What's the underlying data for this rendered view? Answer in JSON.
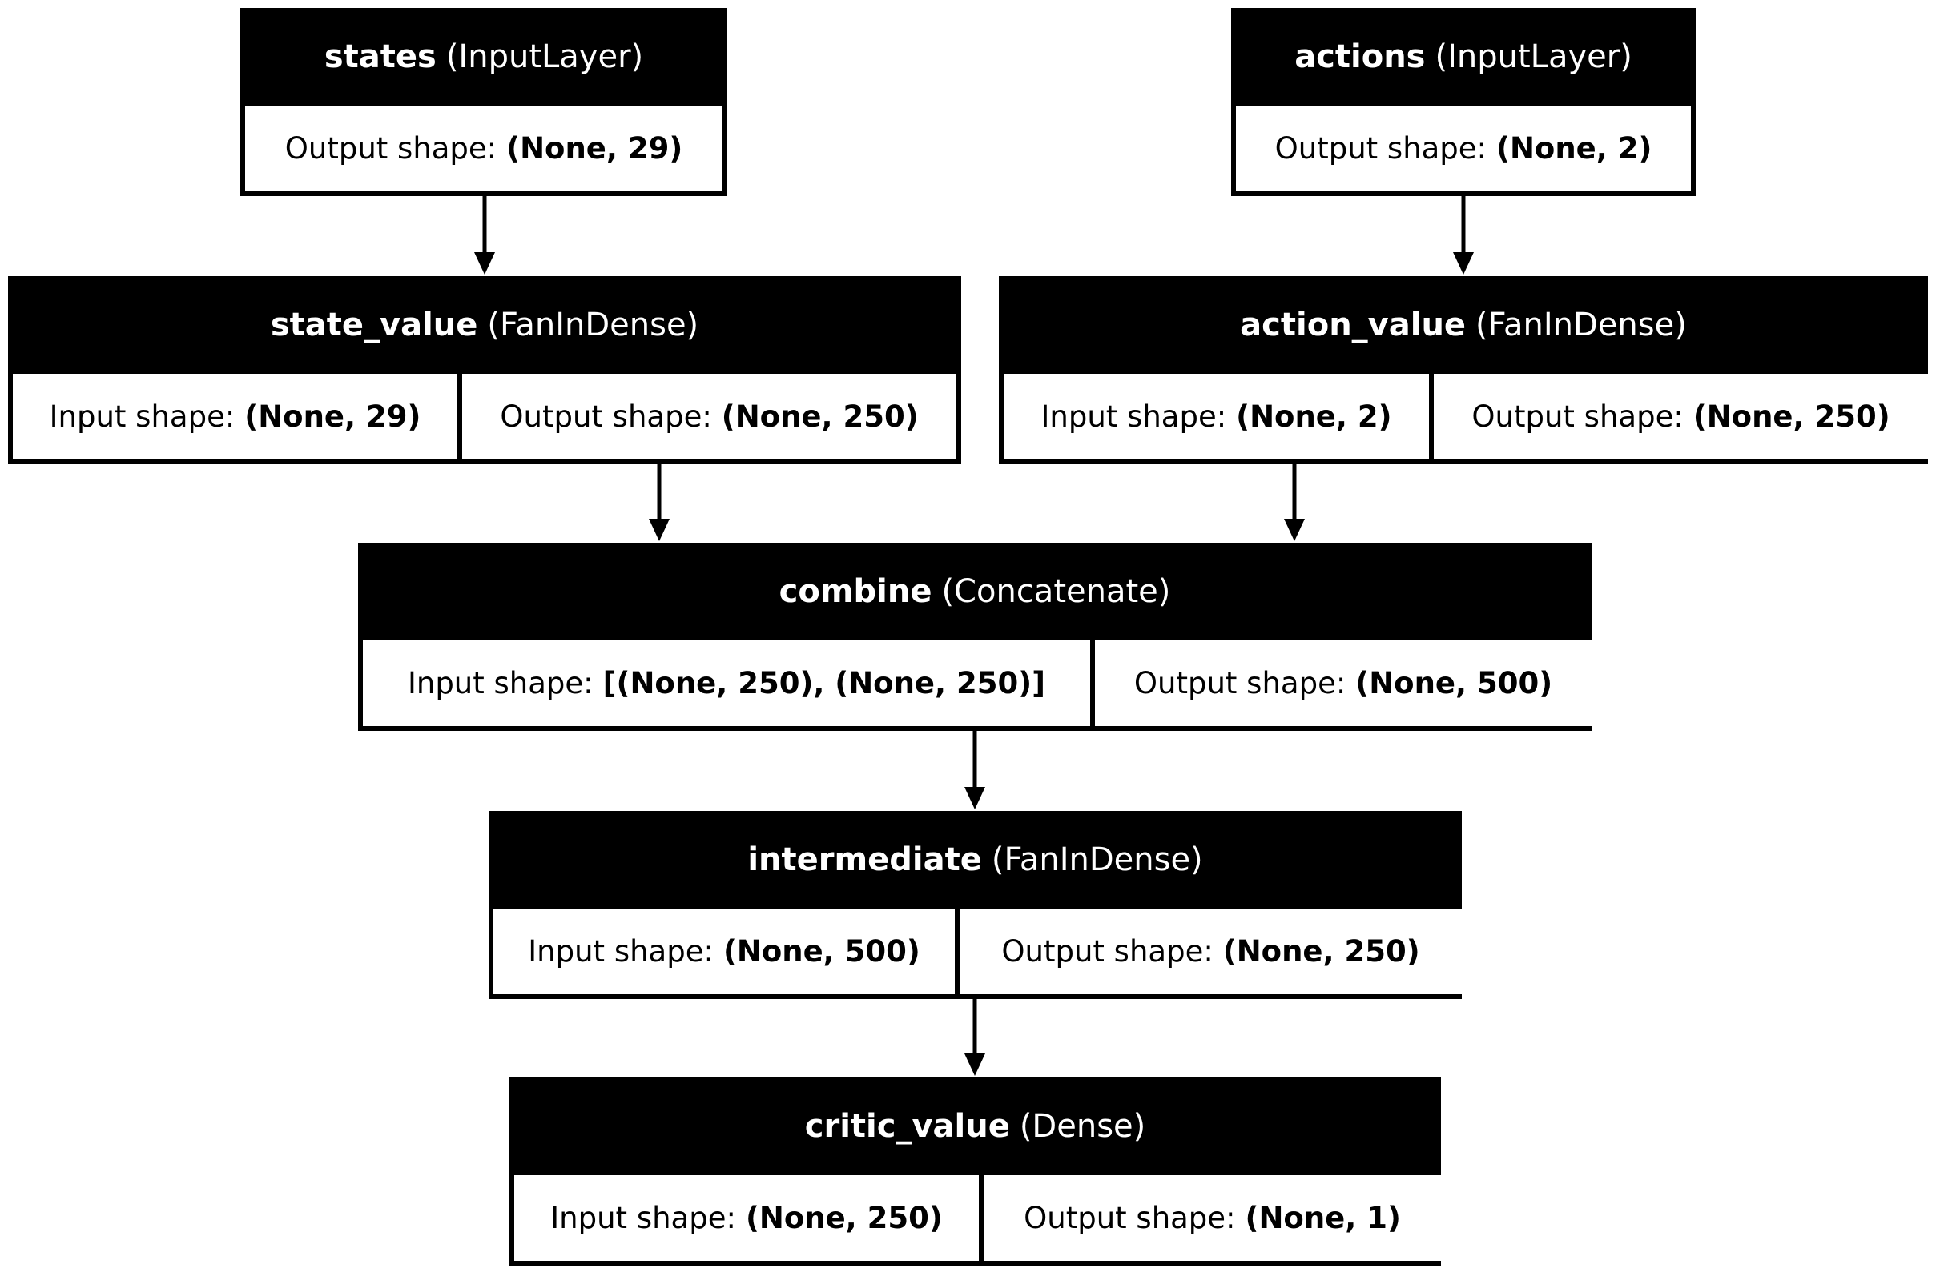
{
  "nodes": [
    {
      "id": "states",
      "name": "states",
      "type": "(InputLayer)",
      "cells": [
        {
          "label": "Output shape:",
          "value": "(None, 29)"
        }
      ]
    },
    {
      "id": "actions",
      "name": "actions",
      "type": "(InputLayer)",
      "cells": [
        {
          "label": "Output shape:",
          "value": "(None, 2)"
        }
      ]
    },
    {
      "id": "state_value",
      "name": "state_value",
      "type": "(FanInDense)",
      "cells": [
        {
          "label": "Input shape:",
          "value": "(None, 29)"
        },
        {
          "label": "Output shape:",
          "value": "(None, 250)"
        }
      ]
    },
    {
      "id": "action_value",
      "name": "action_value",
      "type": "(FanInDense)",
      "cells": [
        {
          "label": "Input shape:",
          "value": "(None, 2)"
        },
        {
          "label": "Output shape:",
          "value": "(None, 250)"
        }
      ]
    },
    {
      "id": "combine",
      "name": "combine",
      "type": "(Concatenate)",
      "cells": [
        {
          "label": "Input shape:",
          "value": "[(None, 250), (None, 250)]"
        },
        {
          "label": "Output shape:",
          "value": "(None, 500)"
        }
      ]
    },
    {
      "id": "intermediate",
      "name": "intermediate",
      "type": "(FanInDense)",
      "cells": [
        {
          "label": "Input shape:",
          "value": "(None, 500)"
        },
        {
          "label": "Output shape:",
          "value": "(None, 250)"
        }
      ]
    },
    {
      "id": "critic_value",
      "name": "critic_value",
      "type": "(Dense)",
      "cells": [
        {
          "label": "Input shape:",
          "value": "(None, 250)"
        },
        {
          "label": "Output shape:",
          "value": "(None, 1)"
        }
      ]
    }
  ],
  "edges": [
    {
      "from": "states",
      "to": "state_value"
    },
    {
      "from": "actions",
      "to": "action_value"
    },
    {
      "from": "state_value",
      "to": "combine"
    },
    {
      "from": "action_value",
      "to": "combine"
    },
    {
      "from": "combine",
      "to": "intermediate"
    },
    {
      "from": "intermediate",
      "to": "critic_value"
    }
  ]
}
